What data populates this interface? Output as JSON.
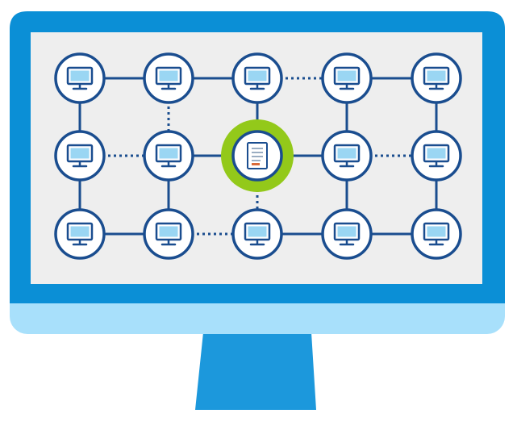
{
  "colors": {
    "monitor_frame": "#0b8fd6",
    "monitor_chin": "#a8e0fb",
    "monitor_stand": "#1c98dc",
    "screen": "#eeeeee",
    "node_stroke": "#1a4d8f",
    "node_fill": "#ffffff",
    "screen_icon": "#9ad6f3",
    "highlight_ring": "#93c91a",
    "document_paper": "#ffffff",
    "document_line": "#6f8aa7",
    "document_mark": "#d96a39"
  },
  "icons": {
    "node": "computer-monitor-icon",
    "central": "document-icon"
  },
  "network": {
    "rows": 3,
    "cols": 5,
    "central_node": {
      "row": 1,
      "col": 2
    },
    "links": [
      {
        "from": [
          0,
          0
        ],
        "to": [
          0,
          1
        ],
        "style": "solid"
      },
      {
        "from": [
          0,
          1
        ],
        "to": [
          0,
          2
        ],
        "style": "solid"
      },
      {
        "from": [
          0,
          2
        ],
        "to": [
          0,
          3
        ],
        "style": "dotted"
      },
      {
        "from": [
          0,
          3
        ],
        "to": [
          0,
          4
        ],
        "style": "solid"
      },
      {
        "from": [
          1,
          0
        ],
        "to": [
          1,
          1
        ],
        "style": "dotted"
      },
      {
        "from": [
          1,
          1
        ],
        "to": [
          1,
          2
        ],
        "style": "solid"
      },
      {
        "from": [
          1,
          2
        ],
        "to": [
          1,
          3
        ],
        "style": "solid"
      },
      {
        "from": [
          1,
          3
        ],
        "to": [
          1,
          4
        ],
        "style": "dotted"
      },
      {
        "from": [
          2,
          0
        ],
        "to": [
          2,
          1
        ],
        "style": "solid"
      },
      {
        "from": [
          2,
          1
        ],
        "to": [
          2,
          2
        ],
        "style": "dotted"
      },
      {
        "from": [
          2,
          2
        ],
        "to": [
          2,
          3
        ],
        "style": "solid"
      },
      {
        "from": [
          2,
          3
        ],
        "to": [
          2,
          4
        ],
        "style": "solid"
      },
      {
        "from": [
          0,
          0
        ],
        "to": [
          1,
          0
        ],
        "style": "solid"
      },
      {
        "from": [
          1,
          0
        ],
        "to": [
          2,
          0
        ],
        "style": "solid"
      },
      {
        "from": [
          0,
          1
        ],
        "to": [
          1,
          1
        ],
        "style": "dotted"
      },
      {
        "from": [
          1,
          1
        ],
        "to": [
          2,
          1
        ],
        "style": "solid"
      },
      {
        "from": [
          0,
          2
        ],
        "to": [
          1,
          2
        ],
        "style": "solid"
      },
      {
        "from": [
          1,
          2
        ],
        "to": [
          2,
          2
        ],
        "style": "dotted"
      },
      {
        "from": [
          0,
          3
        ],
        "to": [
          1,
          3
        ],
        "style": "solid"
      },
      {
        "from": [
          1,
          3
        ],
        "to": [
          2,
          3
        ],
        "style": "solid"
      },
      {
        "from": [
          0,
          4
        ],
        "to": [
          1,
          4
        ],
        "style": "solid"
      },
      {
        "from": [
          1,
          4
        ],
        "to": [
          2,
          4
        ],
        "style": "solid"
      }
    ]
  }
}
